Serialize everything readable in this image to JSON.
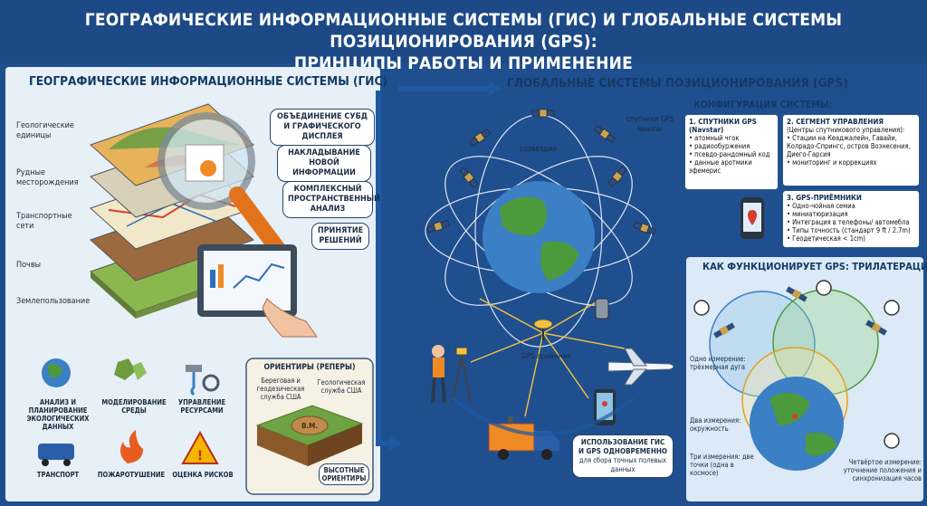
{
  "header": {
    "line1": "ГЕОГРАФИЧЕСКИЕ ИНФОРМАЦИОННЫЕ СИСТЕМЫ (ГИС) И ГЛОБАЛЬНЫЕ СИСТЕМЫ ПОЗИЦИОНИРОВАНИЯ (GPS):",
    "line2": "ПРИНЦИПЫ РАБОТЫ И ПРИМЕНЕНИЕ"
  },
  "gis": {
    "title": "ГЕОГРАФИЧЕСКИЕ ИНФОРМАЦИОННЫЕ СИСТЕМЫ (ГИС)",
    "layers": [
      "Геологические единицы",
      "Рудные месторождения",
      "Транспортные сети",
      "Почвы",
      "Землепользование"
    ],
    "callouts": [
      "ОБЪЕДИНЕНИЕ СУБД И ГРАФИЧЕСКОГО ДИСПЛЕЯ",
      "НАКЛАДЫВАНИЕ НОВОЙ ИНФОРМАЦИИ",
      "КОМПЛЕКСНЫЙ ПРОСТРАНСТВЕННЫЙ АНАЛИЗ",
      "ПРИНЯТИЕ РЕШЕНИЙ"
    ],
    "apps": [
      "АНАЛИЗ И ПЛАНИРОВАНИЕ ЭКОЛОГИЧЕСКИХ ДАННЫХ",
      "МОДЕЛИРОВАНИЕ СРЕДЫ",
      "УПРАВЛЕНИЕ РЕСУРСАМИ",
      "ТРАНСПОРТ",
      "ПОЖАРОТУШЕНИЕ",
      "ОЦЕНКА РИСКОВ"
    ],
    "benchmarks": {
      "title": "ОРИЕНТИРЫ (РЕПЕРЫ)",
      "left_label": "Береговая и геодезическая служба США",
      "right_label": "Геологическая служба США",
      "marker": "B.M.",
      "bottom_label": "ВЫСОТНЫЕ ОРИЕНТИРЫ"
    }
  },
  "gps": {
    "title": "ГЛОБАЛЬНЫЕ СИСТЕМЫ ПОЗИЦИОНИРОВАНИЯ (GPS)",
    "constellation": "созвездие",
    "satellites_label": "спутники GPS Navstar",
    "receiver_label": "GPS-приёмник",
    "usage_title": "ИСПОЛЬЗОВАНИЕ ГИС И GPS ОДНОВРЕМЕННО",
    "usage_sub": "для сбора точных полевых данных",
    "config": {
      "title": "КОНФИГУРАЦИЯ СИСТЕМЫ:",
      "seg1_title": "1. СПУТНИКИ GPS (Navstar)",
      "seg1_items": [
        "• атомный чгок",
        "• радиообуржения",
        "• псевдо-рандомный код",
        "• данные аротмики эфемерис"
      ],
      "seg2_title": "2. СЕГМЕНТ УПРАВЛЕНИЯ",
      "seg2_sub": "(Центры спутникового управления):",
      "seg2_items": [
        "• Стации на Кеаджалейн, Гавайи,",
        "Колрадо-Спрингс, остров Вознесения, Диего-Гарсия",
        "• мониторинг и коррекциях"
      ],
      "seg3_title": "3. GPS-ПРИЁМНИКИ",
      "seg3_items": [
        "• Одно-чойная семиа",
        "• миниатюризация",
        "• Интеграция в телефоны/ автомебла",
        "• Типы точность (стандарт 9 ft / 2.7m)",
        "• Геодетическая < 1cm)"
      ]
    },
    "trilateration": {
      "title": "КАК ФУНКЦИОНИРУЕТ GPS: ТРИЛАТЕРАЦИЯ",
      "one": "Одно измерение: трёхмерная дуга",
      "two": "Два измерения: окружность",
      "three": "Три измерения: две точки (одна в космосе)",
      "four": "Четвёртое измерение: уточнение положения и синхронизация часов"
    }
  },
  "colors": {
    "header_bg": "#1d4a86",
    "accent": "#f08a24",
    "globe": "#3b7fc4",
    "land": "#4d9a3c"
  }
}
